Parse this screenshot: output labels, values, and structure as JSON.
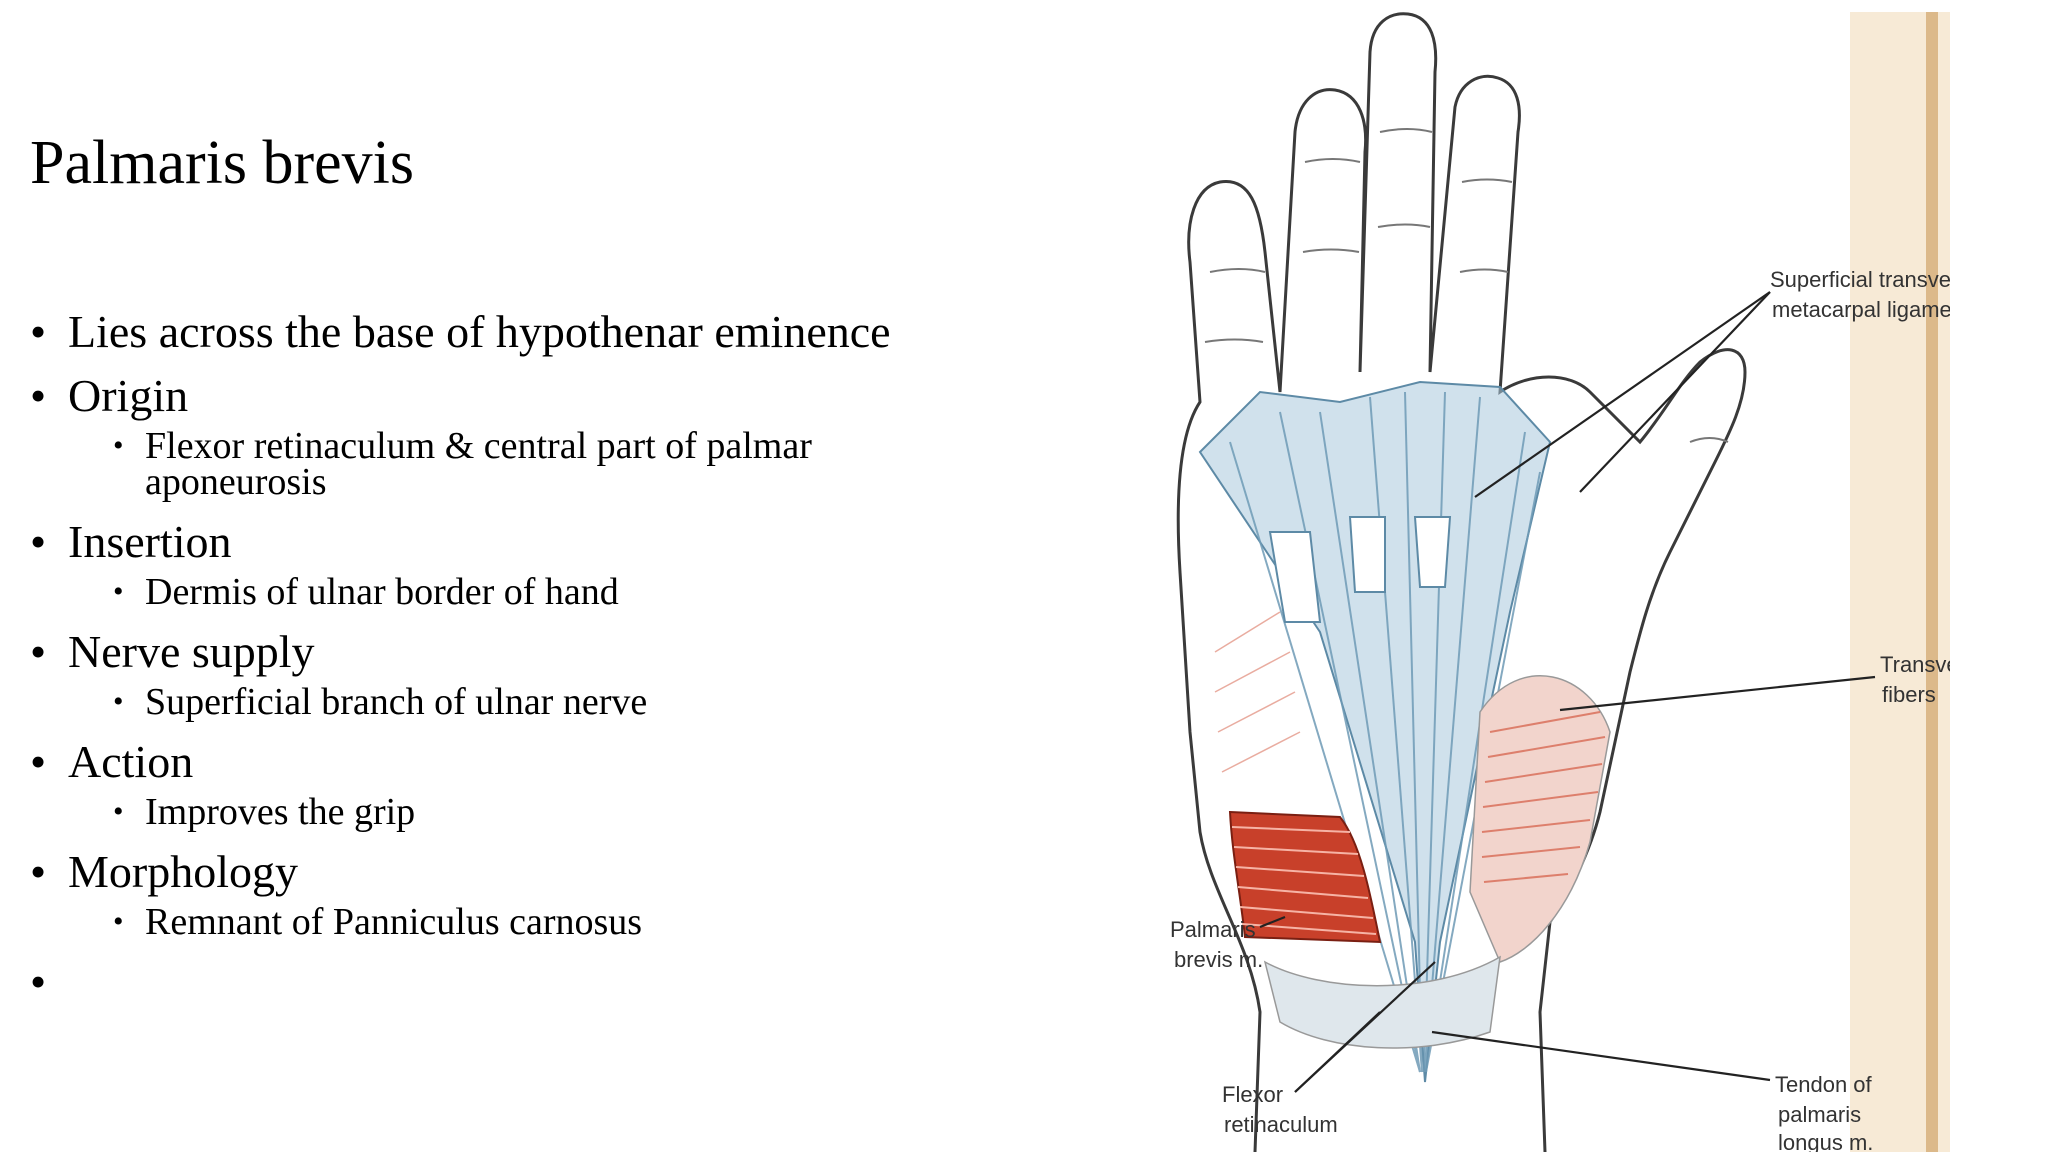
{
  "slide": {
    "title": "Palmaris brevis",
    "bullets": [
      {
        "text": "Lies across the base of hypothenar eminence",
        "sub": []
      },
      {
        "text": "Origin",
        "sub": [
          "Flexor retinaculum & central part of palmar aponeurosis"
        ]
      },
      {
        "text": "Insertion",
        "sub": [
          "Dermis of ulnar border of hand"
        ]
      },
      {
        "text": "Nerve supply",
        "sub": [
          "Superficial branch of ulnar nerve"
        ]
      },
      {
        "text": "Action",
        "sub": [
          "Improves the grip"
        ]
      },
      {
        "text": "Morphology",
        "sub": [
          "Remnant of Panniculus carnosus"
        ]
      },
      {
        "text": "",
        "sub": []
      }
    ]
  },
  "figure": {
    "labels": {
      "superficial_1": "Superficial transvers",
      "superficial_2": "metacarpal ligamen",
      "transverse_1": "Transve",
      "transverse_2": "fibers",
      "palmaris_1": "Palmaris",
      "palmaris_2": "brevis m.",
      "flexor_1": "Flexor",
      "flexor_2": "retinaculum",
      "tendon_1": "Tendon of",
      "tendon_2": "palmaris",
      "tendon_3": "longus m."
    },
    "colors": {
      "outline": "#3a3a3a",
      "aponeurosis": "#a9c9dc",
      "muscle": "#c8402a",
      "muscle_light": "#e8a090",
      "page_edge": "#e6c99a"
    }
  }
}
